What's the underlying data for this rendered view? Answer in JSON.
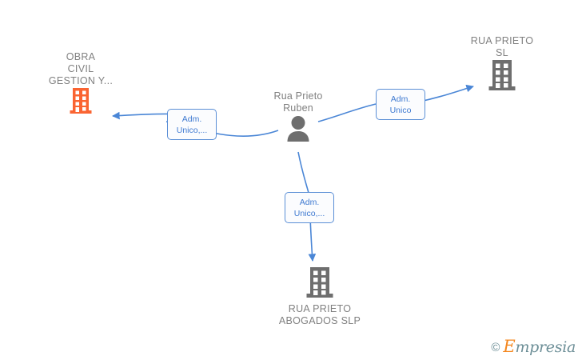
{
  "diagram": {
    "title": "Rua Prieto Ruben corporate relationship graph",
    "colors": {
      "highlight_orange": "#fa6432",
      "entity_gray": "#6e6e6e",
      "edge_blue": "#4a86d6",
      "label_text_blue": "#3f7ad1",
      "node_text_gray": "#808080",
      "background": "#ffffff"
    },
    "nodes": [
      {
        "id": "obra-civil",
        "type": "company",
        "icon": "building-icon",
        "color": "#fa6432",
        "label": "OBRA\nCIVIL\nGESTION Y...",
        "label_position": "above"
      },
      {
        "id": "rua-prieto-ruben",
        "type": "person",
        "icon": "person-icon",
        "color": "#6e6e6e",
        "label": "Rua Prieto\nRuben",
        "label_position": "above"
      },
      {
        "id": "rua-prieto-sl",
        "type": "company",
        "icon": "building-icon",
        "color": "#6e6e6e",
        "label": "RUA PRIETO\nSL",
        "label_position": "above"
      },
      {
        "id": "rua-prieto-abogados-slp",
        "type": "company",
        "icon": "building-icon",
        "color": "#6e6e6e",
        "label": "RUA PRIETO\nABOGADOS  SLP",
        "label_position": "below"
      }
    ],
    "edges": [
      {
        "id": "edge-ruben-to-obra-civil",
        "from": "rua-prieto-ruben",
        "to": "obra-civil",
        "label": "Adm.\nUnico,..."
      },
      {
        "id": "edge-ruben-to-rua-prieto-sl",
        "from": "rua-prieto-ruben",
        "to": "rua-prieto-sl",
        "label": "Adm.\nUnico"
      },
      {
        "id": "edge-ruben-to-abogados",
        "from": "rua-prieto-ruben",
        "to": "rua-prieto-abogados-slp",
        "label": "Adm.\nUnico,..."
      }
    ]
  },
  "watermark": {
    "copyright": "©",
    "brand_initial": "E",
    "brand_rest": "mpresia"
  }
}
